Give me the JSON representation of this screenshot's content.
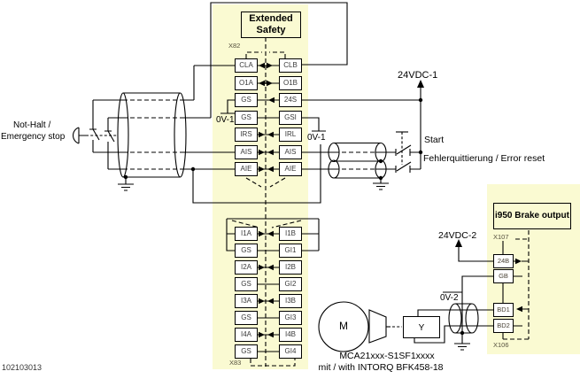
{
  "figure_number": "102103013",
  "colors": {
    "highlight": "#fafad2",
    "line": "#000000"
  },
  "modules": {
    "extended_safety_title": "Extended Safety",
    "brake_output_title": "i950 Brake output"
  },
  "connectors": {
    "x82": {
      "label": "X82",
      "left": [
        "CLA",
        "O1A",
        "GS",
        "GS",
        "IRS",
        "AIS",
        "AIE"
      ],
      "right": [
        "CLB",
        "O1B",
        "24S",
        "GSI",
        "IRL",
        "AIS",
        "AIE"
      ]
    },
    "x83": {
      "label": "X83",
      "left": [
        "I1A",
        "GS",
        "I2A",
        "GS",
        "I3A",
        "GS",
        "I4A",
        "GS"
      ],
      "right": [
        "I1B",
        "GI1",
        "I2B",
        "GI2",
        "I3B",
        "GI3",
        "I4B",
        "GI4"
      ]
    },
    "x107": {
      "label": "X107",
      "terminals": [
        "24B",
        "GB"
      ]
    },
    "x106": {
      "label": "X106",
      "terminals": [
        "BD1",
        "BD2"
      ]
    }
  },
  "labels": {
    "estop_line1": "Not-Halt /",
    "estop_line2": "Emergency stop",
    "supply_1": "24VDC-1",
    "supply_2": "24VDC-2",
    "zero_volt_1": "0V-1",
    "zero_volt_2": "0V-2",
    "start": "Start",
    "error_reset": "Fehlerquittierung / Error reset",
    "motor": "M",
    "brake": "Y",
    "motor_type": "MCA21xxx-S1SF1xxxx",
    "brake_type": "mit / with INTORQ BFK458-18"
  }
}
